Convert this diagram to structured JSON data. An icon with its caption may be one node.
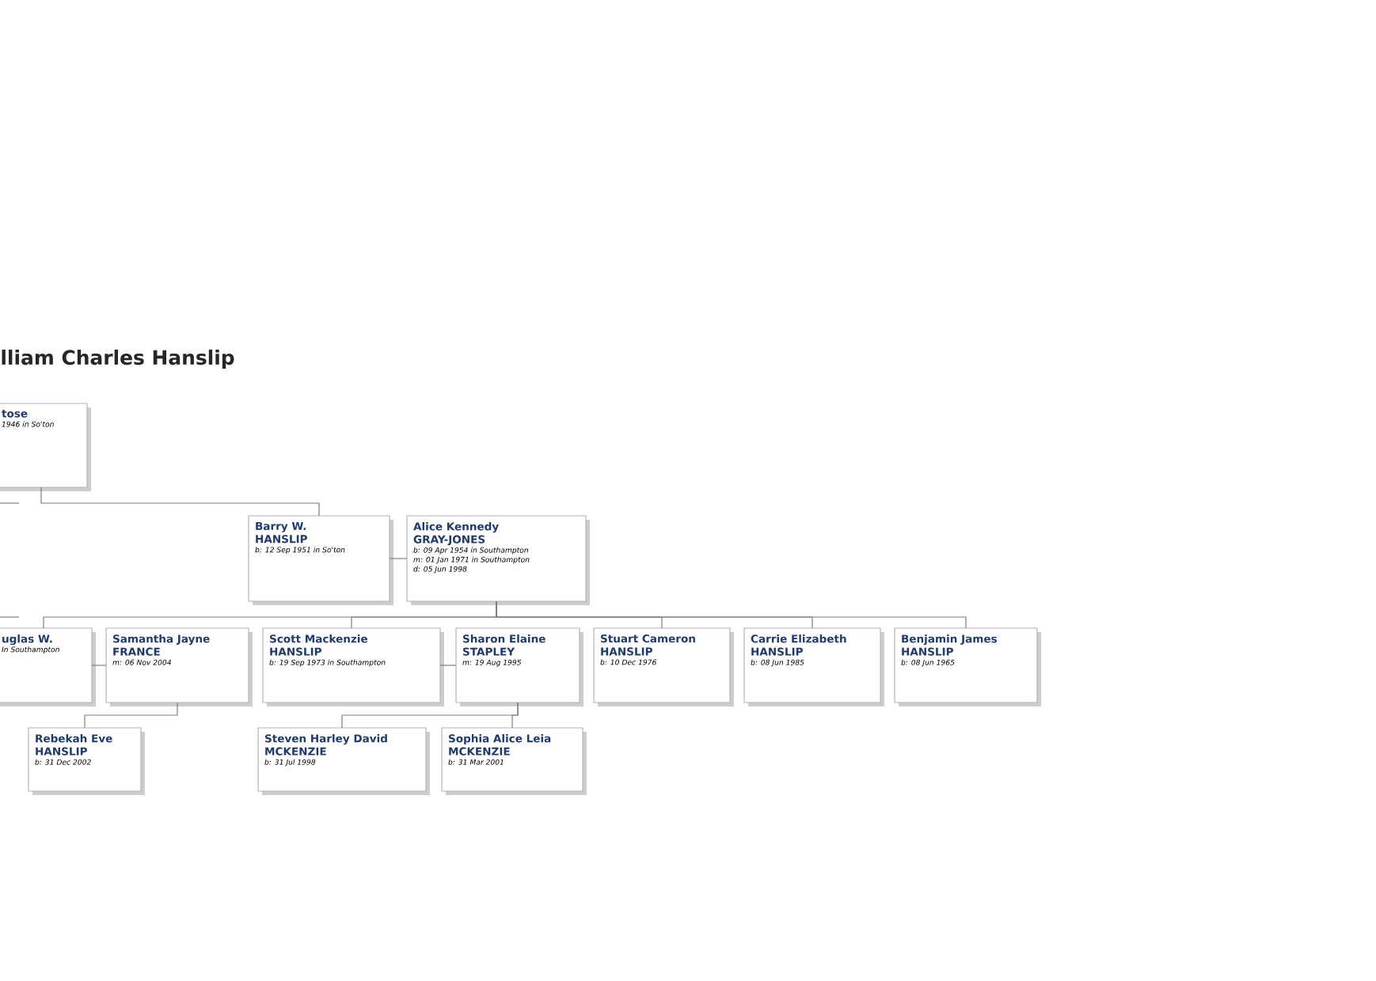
{
  "diagram": {
    "title": "lliam Charles Hanslip",
    "nodes": [
      {
        "text": [
          "tose",
          "1946 in So'ton"
        ]
      },
      {
        "text": [
          "Barry W.",
          "HANSLIP",
          "b: 12 Sep 1951 in So'ton"
        ]
      },
      {
        "text": [
          "Alice Kennedy",
          "GRAY-JONES",
          "b: 09 Apr 1954 in Southampton",
          "m: 01 Jan 1971 in Southampton",
          "d: 05 Jun 1998"
        ]
      },
      {
        "text": [
          "uglas W.",
          "In Southampton"
        ]
      },
      {
        "text": [
          "Samantha Jayne",
          "FRANCE",
          "m: 06 Nov 2004"
        ]
      },
      {
        "text": [
          "Scott Mackenzie",
          "HANSLIP",
          "b: 19 Sep 1973 in Southampton"
        ]
      },
      {
        "text": [
          "Sharon Elaine",
          "STAPLEY",
          "m: 19 Aug 1995"
        ]
      },
      {
        "text": [
          "Stuart Cameron",
          "HANSLIP",
          "b: 10 Dec 1976"
        ]
      },
      {
        "text": [
          "Carrie Elizabeth",
          "HANSLIP",
          "b: 08 Jun 1985"
        ]
      },
      {
        "text": [
          "Benjamin James",
          "HANSLIP",
          "b: 08 Jun 1965"
        ]
      },
      {
        "text": [
          "Rebekah Eve",
          "HANSLIP",
          "b: 31 Dec 2002"
        ]
      },
      {
        "text": [
          "Steven Harley David",
          "MCKENZIE",
          "b: 31 Jul 1998"
        ]
      },
      {
        "text": [
          "Sophia Alice Leia",
          "MCKENZIE",
          "b: 31 Mar 2001"
        ]
      }
    ],
    "edges": [
      {
        "from": 0,
        "to": 1,
        "arrow": "none"
      },
      {
        "from": 1,
        "to": 2,
        "arrow": "none"
      },
      {
        "from": 2,
        "to": 3,
        "arrow": "none"
      },
      {
        "from": 2,
        "to": 5,
        "arrow": "none"
      },
      {
        "from": 2,
        "to": 7,
        "arrow": "none"
      },
      {
        "from": 2,
        "to": 8,
        "arrow": "none"
      },
      {
        "from": 2,
        "to": 9,
        "arrow": "none"
      },
      {
        "from": 3,
        "to": 4,
        "arrow": "none"
      },
      {
        "from": 4,
        "to": 10,
        "arrow": "none"
      },
      {
        "from": 5,
        "to": 6,
        "arrow": "none"
      },
      {
        "from": 6,
        "to": 11,
        "arrow": "none"
      },
      {
        "from": 6,
        "to": 12,
        "arrow": "none"
      }
    ]
  }
}
